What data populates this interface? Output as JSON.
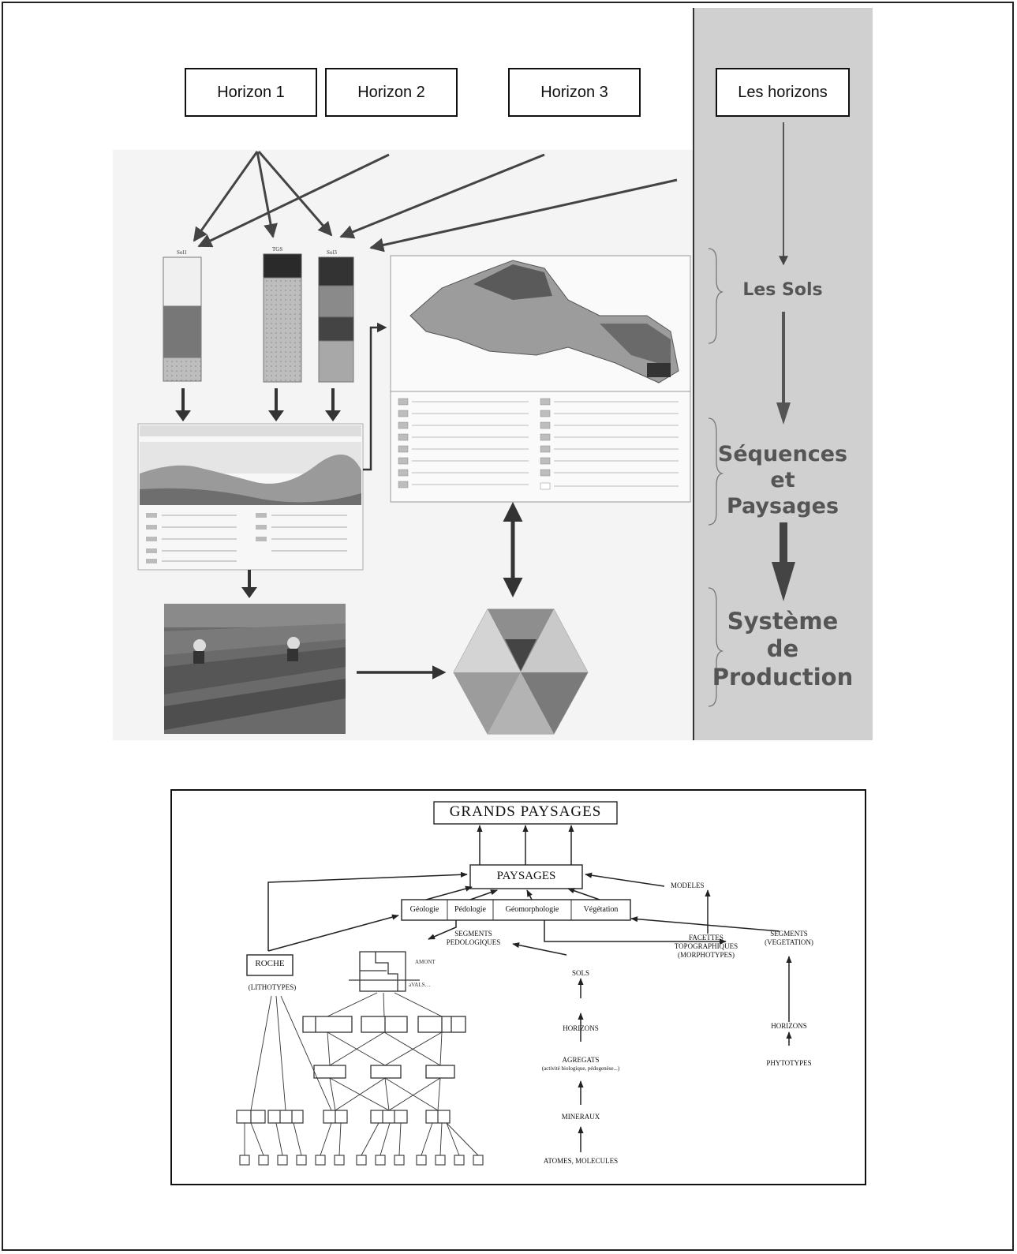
{
  "top": {
    "horizon_labels": [
      "Horizon 1",
      "Horizon 2",
      "Horizon 3"
    ],
    "sidebar_title": "Les horizons",
    "stages": [
      "Les Sols",
      "Séquences\net\nPaysages",
      "Système\nde\nProduction"
    ]
  },
  "bottom": {
    "grands_paysages": "GRANDS PAYSAGES",
    "paysages": "PAYSAGES",
    "disciplines": [
      "Géologie",
      "Pédologie",
      "Géomorphologie",
      "Végétation"
    ],
    "modeles": "MODELES",
    "segments_pedologiques": "SEGMENTS\nPEDOLOGIQUES",
    "facettes": "FACETTES\nTOPOGRAPHIQUES\n(MORPHOTYPES)",
    "segments_vegetation": "SEGMENTS\n(VEGETATION)",
    "roche": "ROCHE",
    "lithotypes": "(LITHOTYPES)",
    "sols": "SOLS",
    "horizons_left": "HORIZONS",
    "agregats": "AGREGATS",
    "agregats_note": "(activité biologique, pédogenèse...)",
    "mineraux": "MINERAUX",
    "atomes": "ATOMES, MOLECULES",
    "horizons_right": "HORIZONS",
    "phytotypes": "PHYTOTYPES"
  }
}
